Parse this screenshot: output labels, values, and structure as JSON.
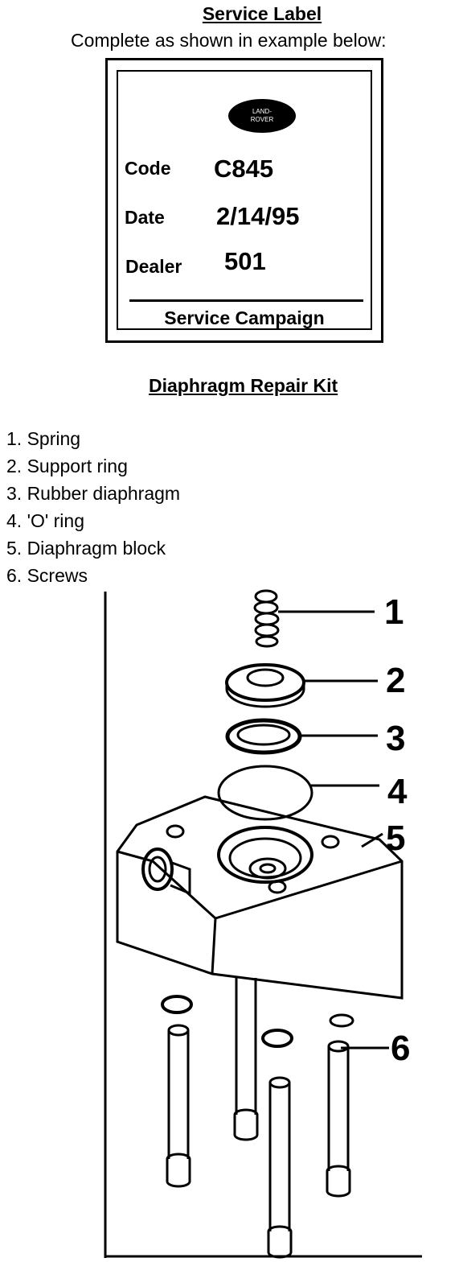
{
  "service_label": {
    "heading": "Service Label",
    "instruction": "Complete as shown in example below:",
    "logo_line1": "LAND-",
    "logo_line2": "ROVER",
    "code_label": "Code",
    "code_value": "C845",
    "date_label": "Date",
    "date_value": "2/14/95",
    "dealer_label": "Dealer",
    "dealer_value": "501",
    "footer": "Service Campaign"
  },
  "kit": {
    "heading": "Diaphragm Repair Kit",
    "parts": [
      "1. Spring",
      "2. Support ring",
      "3. Rubber diaphragm",
      "4. 'O' ring",
      "5. Diaphragm block",
      "6. Screws"
    ],
    "callouts": [
      "1",
      "2",
      "3",
      "4",
      "5",
      "6"
    ]
  }
}
